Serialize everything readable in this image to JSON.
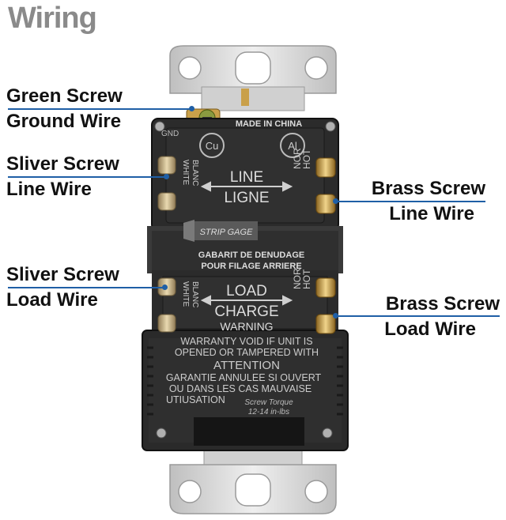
{
  "title": "Wiring",
  "callouts": {
    "green": {
      "l1": "Green Screw",
      "l2": "Ground Wire"
    },
    "silver_line": {
      "l1": "Sliver Screw",
      "l2": "Line Wire"
    },
    "silver_load": {
      "l1": "Sliver Screw",
      "l2": "Load Wire"
    },
    "brass_line": {
      "l1": "Brass Screw",
      "l2": "Line Wire"
    },
    "brass_load": {
      "l1": "Brass Screw",
      "l2": "Load Wire"
    }
  },
  "device": {
    "gnd": "GND",
    "made_in": "MADE IN CHINA",
    "cu": "Cu",
    "al": "Al",
    "white": "WHITE",
    "blanc": "BLANC",
    "hot": "HOT",
    "nor": "NOR",
    "line": "LINE",
    "ligne": "LIGNE",
    "strip_gage": "STRIP GAGE",
    "gabarit1": "GABARIT DE DENUDAGE",
    "gabarit2": "POUR FILAGE ARRIERE",
    "load": "LOAD",
    "charge": "CHARGE",
    "warning": "WARNING",
    "warranty1": "WARRANTY VOID IF UNIT IS",
    "warranty2": "OPENED OR TAMPERED WITH",
    "attention": "ATTENTION",
    "garantie1": "GARANTIE ANNULEE SI OUVERT",
    "garantie2": "OU DANS LES CAS MAUVAISE",
    "garantie3": "UTIUSATION",
    "torque1": "Screw Torque",
    "torque2": "12-14 in-lbs"
  },
  "colors": {
    "accent": "#1f5fa6",
    "body": "#2b2b2b",
    "brass": "#c9a04a",
    "strap": "#d9d9d9"
  }
}
